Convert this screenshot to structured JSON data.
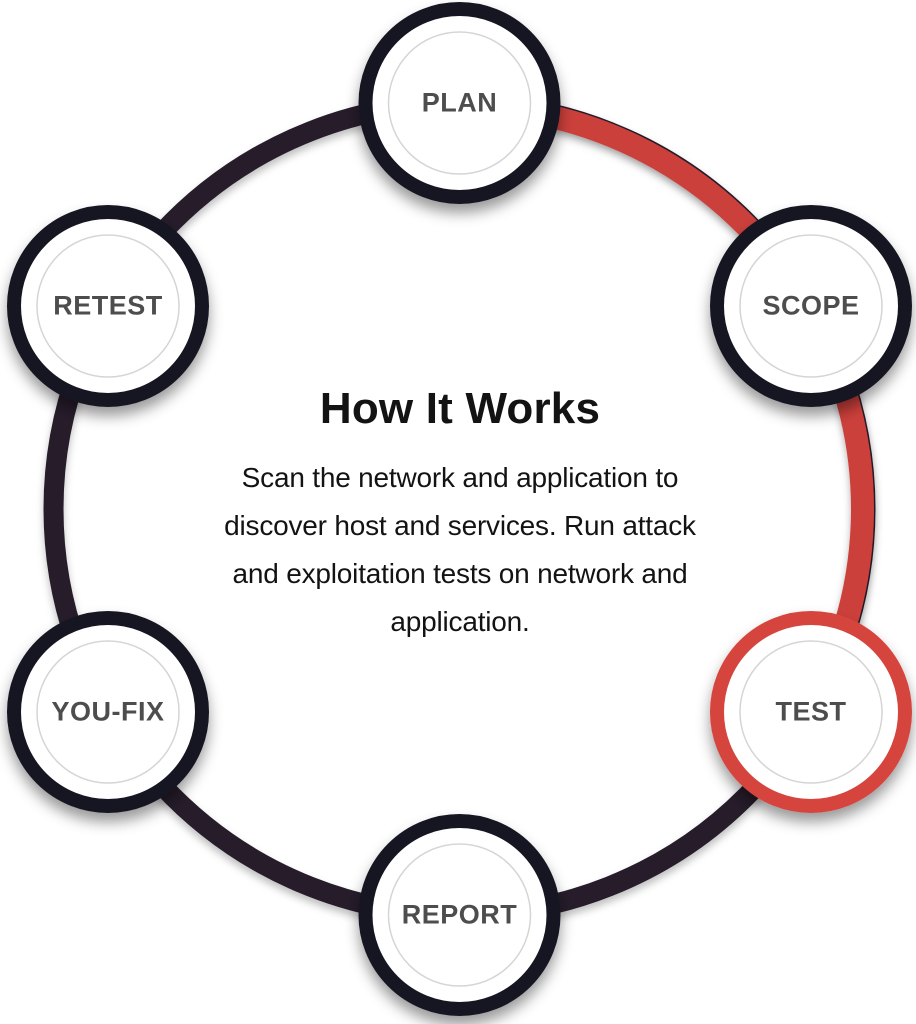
{
  "diagram": {
    "title": "How It Works",
    "description_lines": [
      "Scan the network and application to",
      "discover host and services. Run attack",
      "and exploitation tests on network and",
      "application."
    ],
    "nodes": [
      {
        "label": "PLAN",
        "state": "default"
      },
      {
        "label": "SCOPE",
        "state": "default"
      },
      {
        "label": "TEST",
        "state": "active"
      },
      {
        "label": "REPORT",
        "state": "default"
      },
      {
        "label": "YOU-FIX",
        "state": "default"
      },
      {
        "label": "RETEST",
        "state": "default"
      }
    ],
    "colors": {
      "ring_dark": "#281a2b",
      "accent_red": "#cc413b",
      "node_ring_dark": "#191622",
      "node_ring_red": "#d6453e",
      "inner_circle_gray": "#d5d5d5",
      "label_gray": "#4d4d4d",
      "text_dark": "#131313"
    }
  }
}
